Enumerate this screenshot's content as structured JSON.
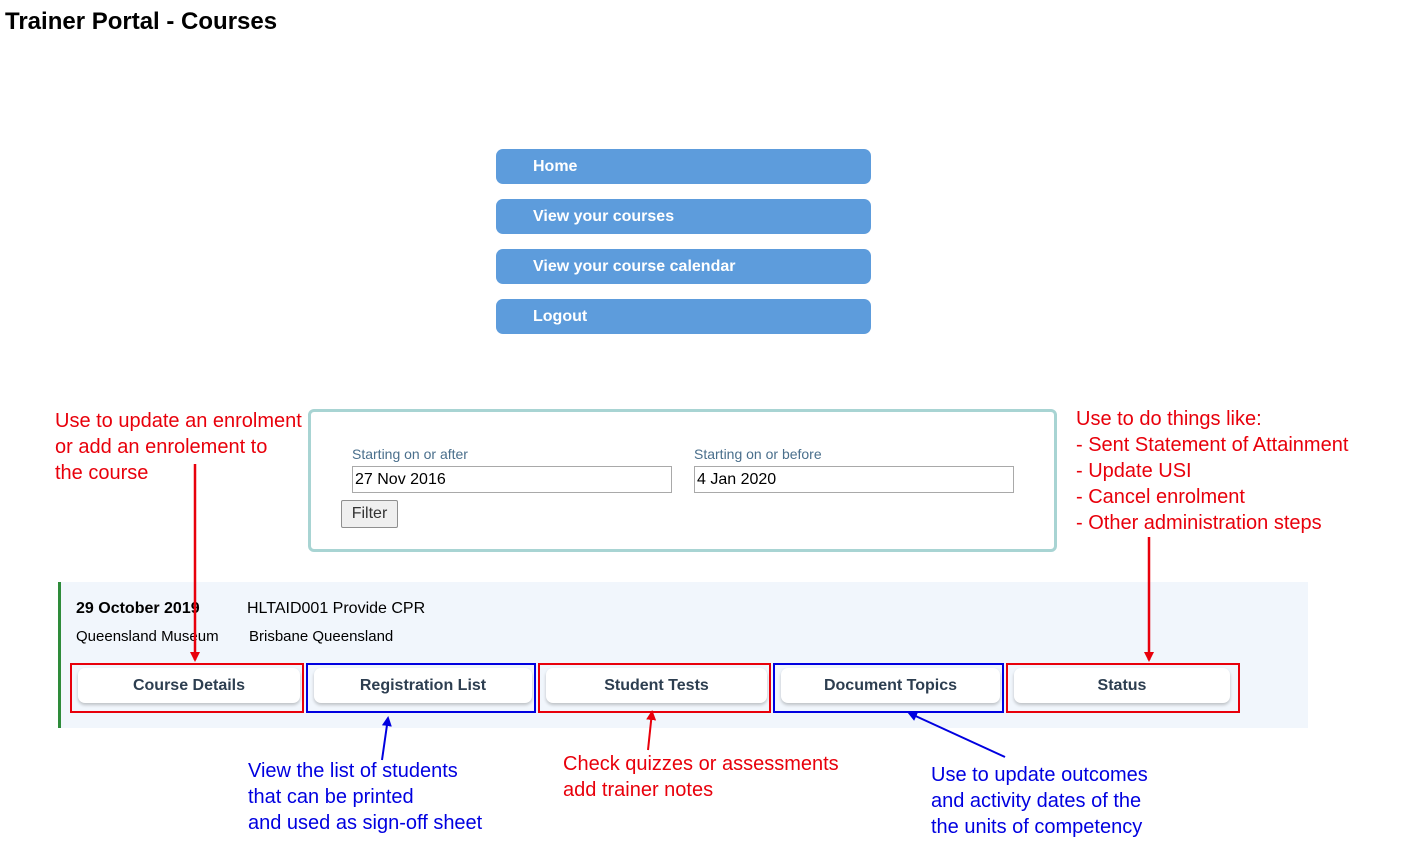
{
  "page": {
    "title": "Trainer Portal - Courses"
  },
  "nav": {
    "items": [
      {
        "label": "Home"
      },
      {
        "label": "View your courses"
      },
      {
        "label": "View your course calendar"
      },
      {
        "label": "Logout"
      }
    ]
  },
  "filter": {
    "start_label": "Starting on or after",
    "start_value": "27 Nov 2016",
    "end_label": "Starting on or before",
    "end_value": "4 Jan 2020",
    "button_label": "Filter"
  },
  "course": {
    "date": "29 October 2019",
    "name": "HLTAID001 Provide CPR",
    "venue": "Queensland Museum",
    "location": "Brisbane Queensland",
    "actions": [
      {
        "label": "Course Details"
      },
      {
        "label": "Registration List"
      },
      {
        "label": "Student Tests"
      },
      {
        "label": "Document Topics"
      },
      {
        "label": "Status"
      }
    ]
  },
  "annotations": {
    "course_details": [
      "Use to update an enrolment",
      "or add an enrolement to",
      "the course"
    ],
    "status": [
      "Use to do things like:",
      "- Sent Statement of Attainment",
      "- Update USI",
      "- Cancel enrolment",
      "- Other administration steps"
    ],
    "registration_list": [
      "View the list of students",
      "that can be printed",
      "and used as sign-off sheet"
    ],
    "student_tests": [
      "Check quizzes or assessments",
      "add trainer notes"
    ],
    "document_topics": [
      "Use to update outcomes",
      "and activity dates of the",
      "the units of competency"
    ]
  },
  "colors": {
    "nav_bg": "#5d9cdc",
    "annotation_red": "#e8000b",
    "annotation_blue": "#0000e0",
    "card_bg": "#f1f6fc",
    "card_accent": "#2e8b3a",
    "filter_border": "#a8d4d3"
  }
}
